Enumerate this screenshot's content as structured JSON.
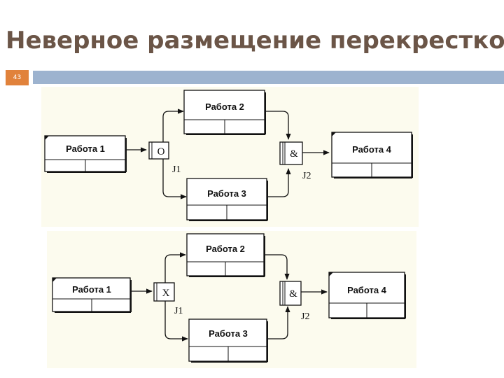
{
  "title": "Неверное размещение перекрестков",
  "page_number": "43",
  "diagrams": [
    {
      "boxes": {
        "w1": "Работа 1",
        "w2": "Работа 2",
        "w3": "Работа 3",
        "w4": "Работа 4"
      },
      "junction_split": {
        "symbol": "O",
        "label": "J1"
      },
      "junction_join": {
        "symbol": "&",
        "label": "J2"
      }
    },
    {
      "boxes": {
        "w1": "Работа 1",
        "w2": "Работа 2",
        "w3": "Работа 3",
        "w4": "Работа 4"
      },
      "junction_split": {
        "symbol": "X",
        "label": "J1"
      },
      "junction_join": {
        "symbol": "&",
        "label": "J2"
      }
    }
  ]
}
